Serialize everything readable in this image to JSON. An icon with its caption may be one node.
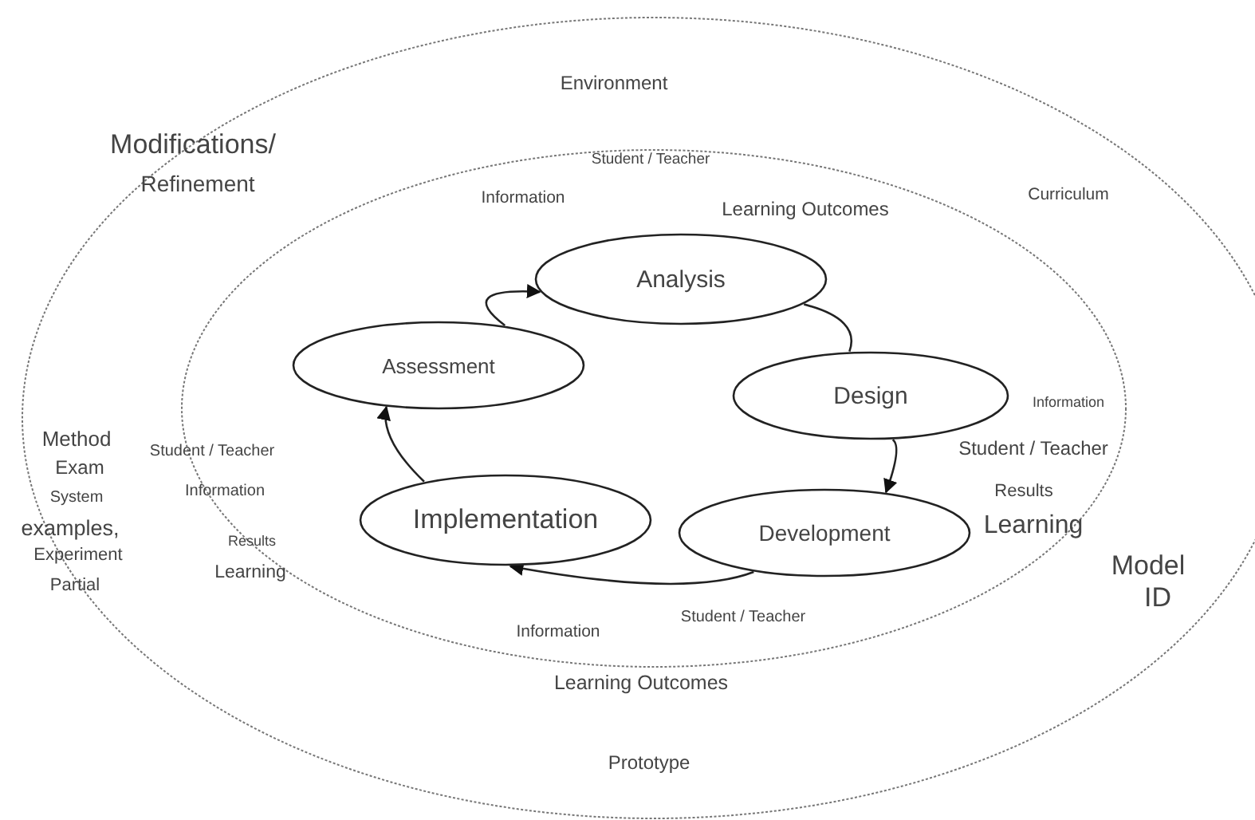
{
  "diagram": {
    "nodes": [
      {
        "text": [
          "Analysis"
        ]
      },
      {
        "text": [
          "Design"
        ]
      },
      {
        "text": [
          "Development"
        ]
      },
      {
        "text": [
          "Implementation"
        ]
      },
      {
        "text": [
          "Assessment"
        ]
      }
    ],
    "edges": [
      {
        "from": 0,
        "to": 1,
        "arrow": "none"
      },
      {
        "from": 1,
        "to": 2,
        "arrow": "to"
      },
      {
        "from": 2,
        "to": 3,
        "arrow": "to"
      },
      {
        "from": 3,
        "to": 4,
        "arrow": "to"
      },
      {
        "from": 4,
        "to": 0,
        "arrow": "to"
      }
    ],
    "labels": [
      "Environment",
      "Modifications/",
      "Refinement",
      "Student / Teacher",
      "Information",
      "Learning Outcomes",
      "Curriculum",
      "Method",
      "Exam",
      "System",
      "examples,",
      "Experiment",
      "Partial",
      "Student / Teacher",
      "Information",
      "Results",
      "Learning",
      "Information",
      "Student / Teacher",
      "Results",
      "Learning",
      "Model",
      "ID",
      "Student / Teacher",
      "Information",
      "Learning Outcomes",
      "Prototype"
    ]
  }
}
